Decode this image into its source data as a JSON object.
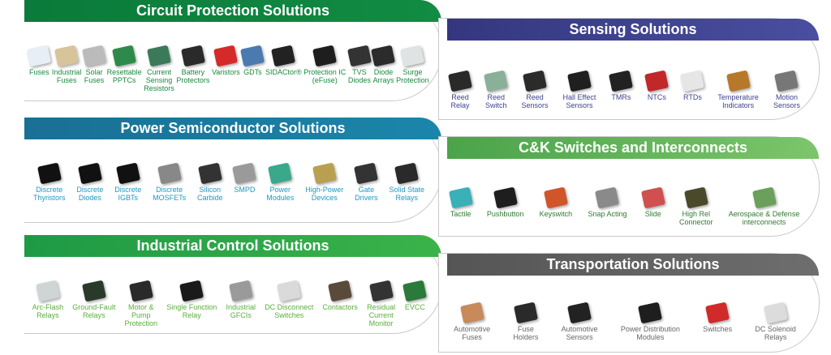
{
  "panels": [
    {
      "id": "cp",
      "title": "Circuit Protection Solutions",
      "items": [
        {
          "label": "Fuses",
          "color": "#e8eef5"
        },
        {
          "label": "Industrial\nFuses",
          "color": "#d8c49a"
        },
        {
          "label": "Solar\nFuses",
          "color": "#bbbbbb"
        },
        {
          "label": "Resettable\nPPTCs",
          "color": "#2e8a4a"
        },
        {
          "label": "Current\nSensing\nResistors",
          "color": "#3a7a5a"
        },
        {
          "label": "Battery\nProtectors",
          "color": "#2a2a2a"
        },
        {
          "label": "Varistors",
          "color": "#d42a2a"
        },
        {
          "label": "GDTs",
          "color": "#4a7ab0"
        },
        {
          "label": "SIDACtor®",
          "color": "#222222"
        },
        {
          "label": "Protection IC\n(eFuse)",
          "color": "#1e1e1e"
        },
        {
          "label": "TVS\nDiodes",
          "color": "#333333"
        },
        {
          "label": "Diode\nArrays",
          "color": "#2b2b2b"
        },
        {
          "label": "Surge\nProtection",
          "color": "#dfe3e3"
        }
      ]
    },
    {
      "id": "se",
      "title": "Sensing Solutions",
      "items": [
        {
          "label": "Reed\nRelay",
          "color": "#2a2a2a"
        },
        {
          "label": "Reed\nSwitch",
          "color": "#8ab09a"
        },
        {
          "label": "Reed\nSensors",
          "color": "#2b2b2b"
        },
        {
          "label": "Hall Effect\nSensors",
          "color": "#1f1f1f"
        },
        {
          "label": "TMRs",
          "color": "#222222"
        },
        {
          "label": "NTCs",
          "color": "#c0282a"
        },
        {
          "label": "RTDs",
          "color": "#e6e6e6"
        },
        {
          "label": "Temperature\nIndicators",
          "color": "#b8782a"
        },
        {
          "label": "Motion\nSensors",
          "color": "#777777"
        }
      ]
    },
    {
      "id": "ps",
      "title": "Power Semiconductor Solutions",
      "items": [
        {
          "label": "Discrete\nThyristors",
          "color": "#111111"
        },
        {
          "label": "Discrete\nDiodes",
          "color": "#111111"
        },
        {
          "label": "Discrete\nIGBTs",
          "color": "#111111"
        },
        {
          "label": "Discrete\nMOSFETs",
          "color": "#888888"
        },
        {
          "label": "Silicon\nCarbide",
          "color": "#333333"
        },
        {
          "label": "SMPD",
          "color": "#9a9a9a"
        },
        {
          "label": "Power\nModules",
          "color": "#3aa88a"
        },
        {
          "label": "High-Power\nDevices",
          "color": "#b8a050"
        },
        {
          "label": "Gate\nDrivers",
          "color": "#333333"
        },
        {
          "label": "Solid State\nRelays",
          "color": "#2a2a2a"
        }
      ]
    },
    {
      "id": "ck",
      "title": "C&K Switches and Interconnects",
      "items": [
        {
          "label": "Tactile",
          "color": "#3ab0b8"
        },
        {
          "label": "Pushbutton",
          "color": "#1e1e1e"
        },
        {
          "label": "Keyswitch",
          "color": "#d0552a"
        },
        {
          "label": "Snap Acting",
          "color": "#8a8a8a"
        },
        {
          "label": "Slide",
          "color": "#d05050"
        },
        {
          "label": "High Rel\nConnector",
          "color": "#4a4a2a"
        },
        {
          "label": "Aerospace & Defense\ninterconnects",
          "color": "#6aa05a"
        }
      ]
    },
    {
      "id": "ic",
      "title": "Industrial Control Solutions",
      "items": [
        {
          "label": "Arc-Flash\nRelays",
          "color": "#cfd5d5"
        },
        {
          "label": "Ground-Fault\nRelays",
          "color": "#2a3a2a"
        },
        {
          "label": "Motor &\nPump\nProtection",
          "color": "#2a2a2a"
        },
        {
          "label": "Single Function\nRelay",
          "color": "#1a1a1a"
        },
        {
          "label": "Industrial\nGFCIs",
          "color": "#9a9a9a"
        },
        {
          "label": "DC Disconnect\nSwitches",
          "color": "#dadada"
        },
        {
          "label": "Contactors",
          "color": "#5a4a3a"
        },
        {
          "label": "Residual\nCurrent\nMonitor",
          "color": "#333333"
        },
        {
          "label": "EVCC",
          "color": "#2a7a3a"
        }
      ]
    },
    {
      "id": "tr",
      "title": "Transportation Solutions",
      "items": [
        {
          "label": "Automotive\nFuses",
          "color": "#c88a5a"
        },
        {
          "label": "Fuse\nHolders",
          "color": "#2a2a2a"
        },
        {
          "label": "Automotive\nSensors",
          "color": "#222222"
        },
        {
          "label": "Power Distribution\nModules",
          "color": "#1e1e1e"
        },
        {
          "label": "Switches",
          "color": "#d02a2a"
        },
        {
          "label": "DC Solenoid\nRelays",
          "color": "#dcdcdc"
        }
      ]
    }
  ]
}
